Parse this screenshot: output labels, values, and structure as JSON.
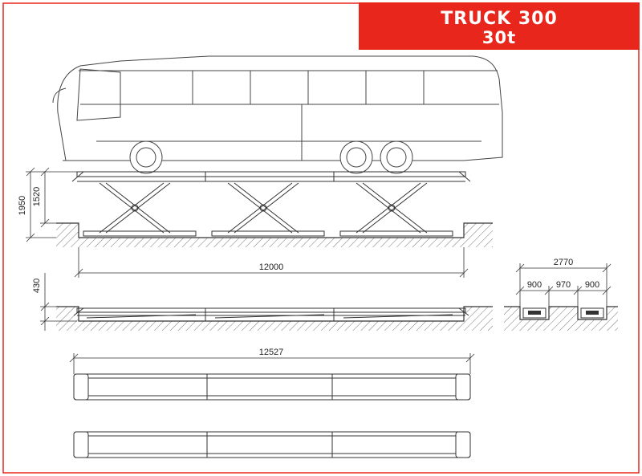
{
  "title": {
    "line1": "TRUCK 300",
    "line2": "30t"
  },
  "dimensions": {
    "total_height": "1950",
    "lift_height": "1520",
    "platform_length": "12000",
    "pit_depth": "430",
    "overall_length": "12527",
    "total_width": "2770",
    "track_left": "900",
    "track_gap": "970",
    "track_right": "900"
  },
  "colors": {
    "accent": "#e8261c",
    "line": "#333333"
  }
}
